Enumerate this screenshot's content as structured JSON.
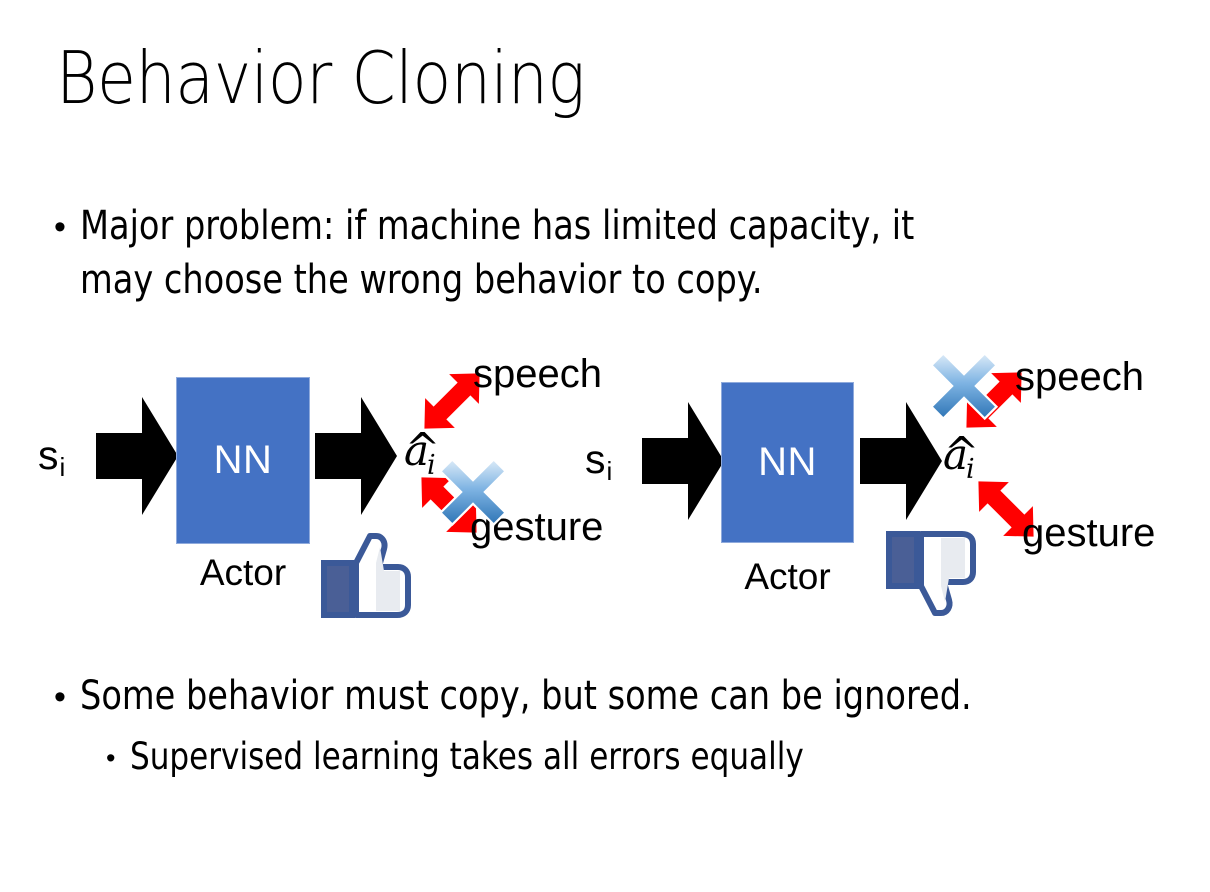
{
  "slide": {
    "title": "Behavior Cloning",
    "background": "#ffffff"
  },
  "bullets": {
    "top": {
      "marker": "•",
      "line1": "Major problem: if machine has limited capacity, it",
      "line2": "may choose the wrong behavior to copy."
    },
    "bottom_level1": {
      "marker": "•",
      "text": "Some behavior must copy, but some can be ignored."
    },
    "bottom_level2": {
      "marker": "•",
      "text": "Supervised learning takes all errors equally"
    }
  },
  "colors": {
    "nn_fill": "#4472C4",
    "nn_border": "#8FAADC",
    "arrow_black": "#000000",
    "arrow_red": "#FF0000",
    "x_blue_light": "#BBD8F2",
    "x_blue_dark": "#2E75B6",
    "thumb_blue": "#3B5998",
    "text_black": "#000000"
  },
  "diagram": {
    "left": {
      "state_label": "s",
      "state_subscript": "i",
      "box_label": "NN",
      "box_caption": "Actor",
      "action_label": "a",
      "action_subscript": "i",
      "action_accent": "hat",
      "output_top": "speech",
      "output_bottom": "gesture",
      "cross_on": "gesture",
      "feedback_icon": "thumbs-up-icon",
      "feedback_meaning": "positive"
    },
    "right": {
      "state_label": "s",
      "state_subscript": "i",
      "box_label": "NN",
      "box_caption": "Actor",
      "action_label": "a",
      "action_subscript": "i",
      "action_accent": "hat",
      "output_top": "speech",
      "output_bottom": "gesture",
      "cross_on": "speech",
      "feedback_icon": "thumbs-down-icon",
      "feedback_meaning": "negative"
    }
  }
}
